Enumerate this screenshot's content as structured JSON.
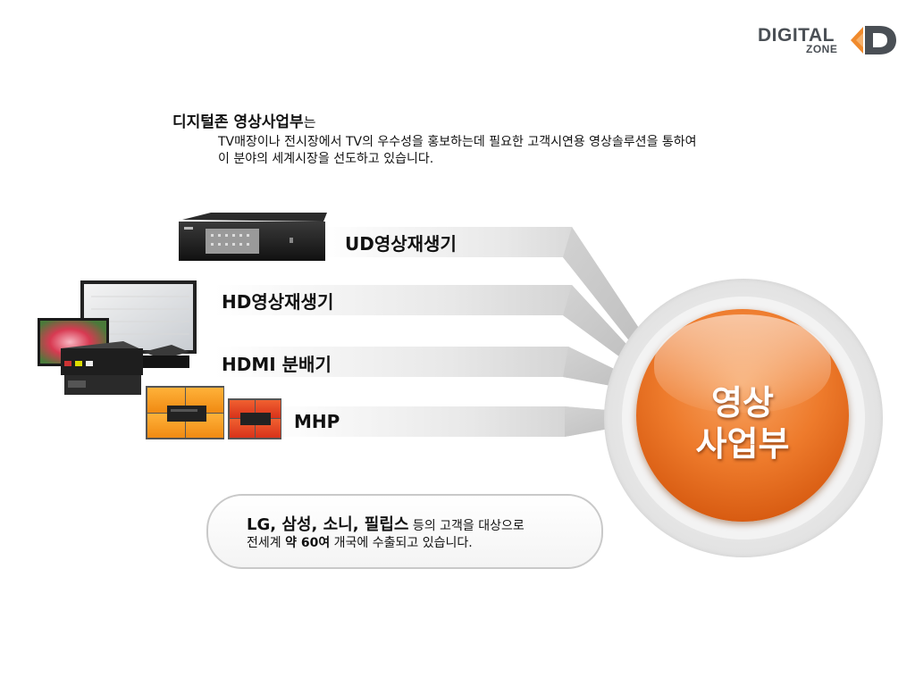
{
  "logo": {
    "word1": "DIGITAL",
    "word2": "ZONE",
    "mark": "D",
    "colors": {
      "text": "#4a4f55",
      "orange": "#f08a2c",
      "dark": "#4a4f55"
    }
  },
  "intro": {
    "title_bold": "디지털존 영상사업부",
    "title_suffix": "는",
    "line1": "TV매장이나 전시장에서 TV의 우수성을 홍보하는데 필요한 고객시연용 영상솔루션을 통하여",
    "line2": "이 분야의 세계시장을 선도하고 있습니다."
  },
  "products": [
    {
      "label": "UD영상재생기",
      "icon": "media-player-box-icon"
    },
    {
      "label": "HD영상재생기",
      "icon": "display-and-player-icon"
    },
    {
      "label": "HDMI 분배기",
      "icon": "hdmi-splitter-icon"
    },
    {
      "label": "MHP",
      "icon": "video-wall-icon"
    }
  ],
  "hub": {
    "line1": "영상",
    "line2": "사업부",
    "colors": {
      "core": "#ee7b2c",
      "ring": "#e2e2e2"
    }
  },
  "customers": {
    "brands": "LG, 삼성, 소니, 필립스",
    "line1_rest": " 등의 고객을 대상으로",
    "line2_pre": "전세계 ",
    "line2_bold": "약 60여",
    "line2_post": " 개국에 수출되고 있습니다."
  }
}
